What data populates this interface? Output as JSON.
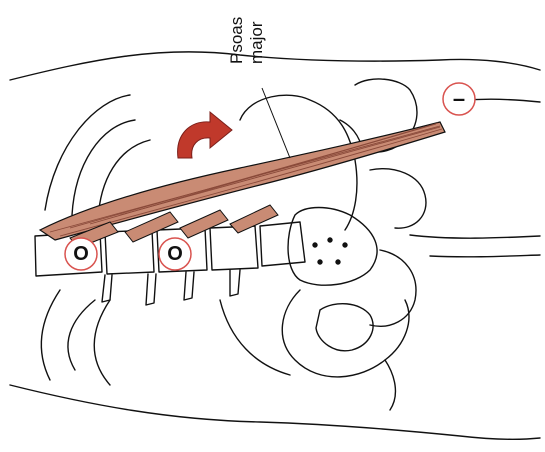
{
  "labels": {
    "muscle_line1": "Psoas",
    "muscle_line2": "major"
  },
  "markers": {
    "insertion": "–",
    "origin_1": "O",
    "origin_2": "O"
  },
  "colors": {
    "muscle_fill": "#c98b74",
    "muscle_fiber": "#8a4a3a",
    "arrow": "#c0392b",
    "marker_ring": "#d9534f",
    "outline": "#111111"
  },
  "icons": {
    "rotation_arrow": "curved-arrow-icon"
  }
}
